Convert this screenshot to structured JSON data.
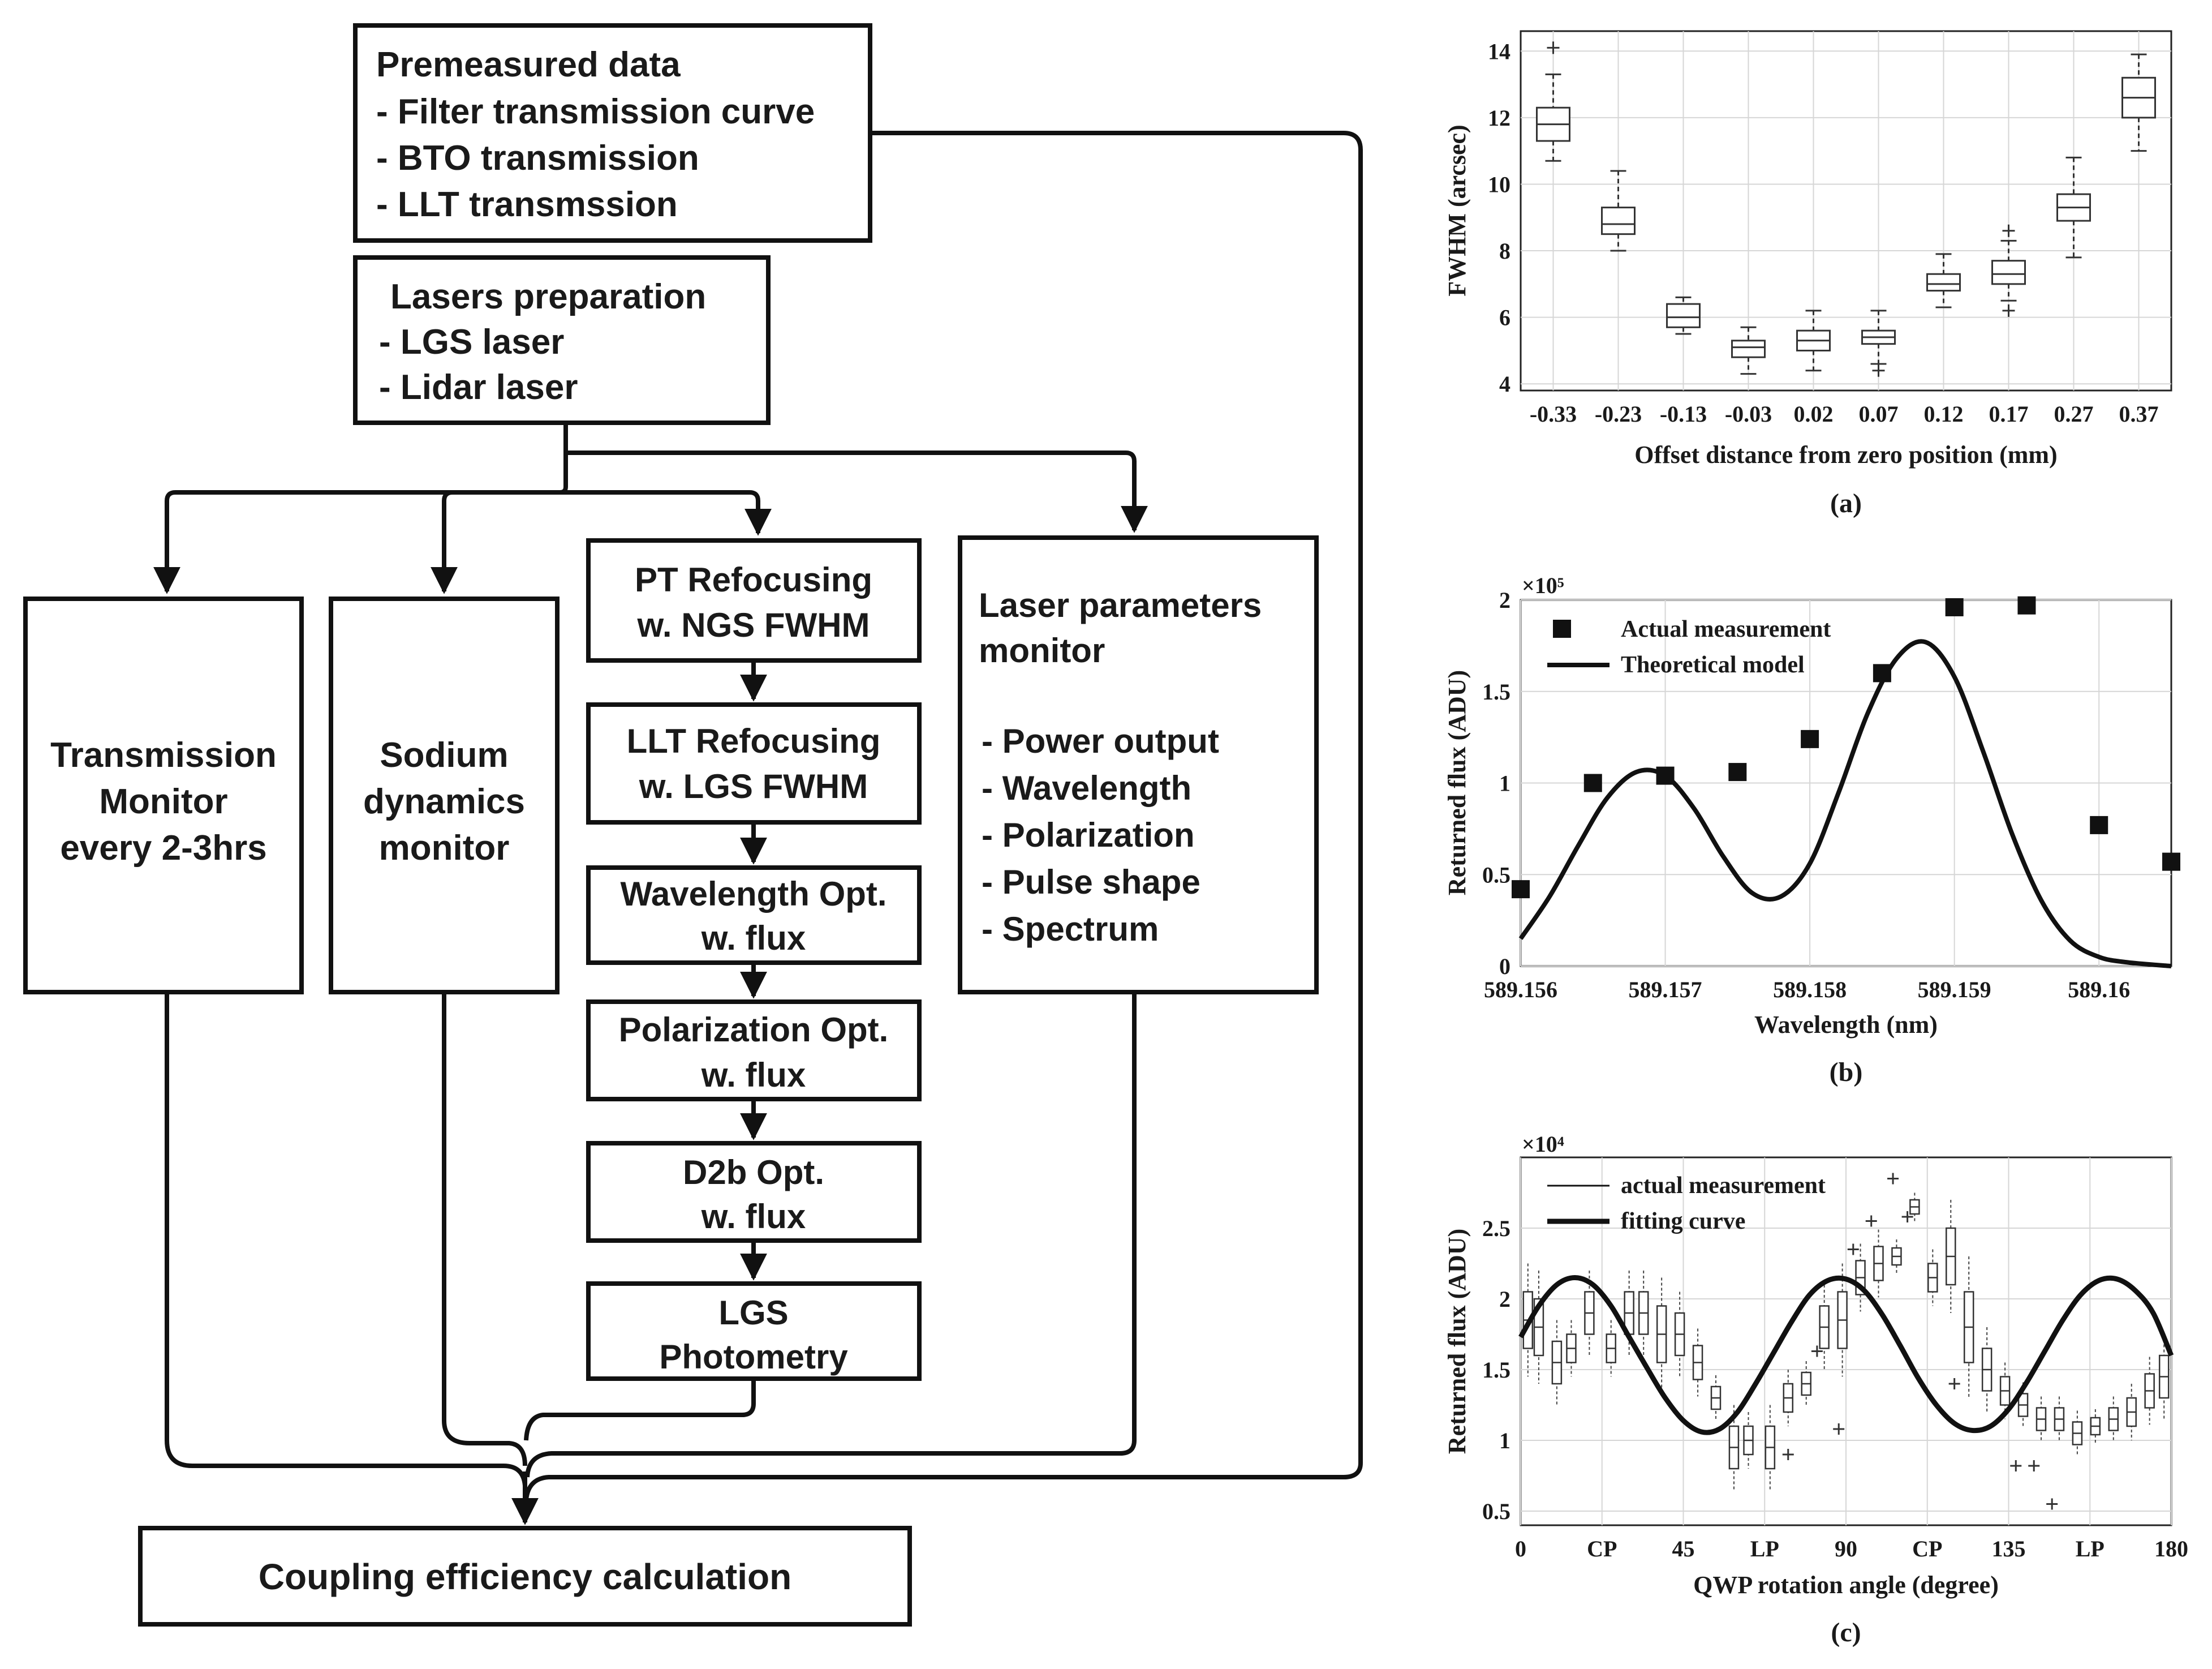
{
  "flowchart": {
    "premeasured": {
      "title": "Premeasured data",
      "items": [
        "- Filter transmission curve",
        "- BTO transmission",
        "- LLT transmssion"
      ]
    },
    "lasers": {
      "title": "Lasers preparation",
      "items": [
        " - LGS laser",
        " - Lidar laser"
      ]
    },
    "transmission": [
      "Transmission",
      "Monitor",
      "every 2-3hrs"
    ],
    "sodium": [
      "Sodium",
      "dynamics",
      "monitor"
    ],
    "steps": [
      [
        "PT Refocusing",
        "w. NGS FWHM"
      ],
      [
        "LLT Refocusing",
        "w. LGS FWHM"
      ],
      [
        "Wavelength Opt.",
        "w. flux"
      ],
      [
        "Polarization Opt.",
        "w. flux"
      ],
      [
        "D2b Opt.",
        "w. flux"
      ],
      [
        "LGS",
        "Photometry"
      ]
    ],
    "laser_params": {
      "title": [
        "Laser parameters",
        "monitor"
      ],
      "items": [
        "- Power output",
        "- Wavelength",
        "- Polarization",
        "- Pulse shape",
        "- Spectrum"
      ]
    },
    "coupling": "Coupling efficiency calculation"
  },
  "chart_data": [
    {
      "type": "box",
      "panel_label": "(a)",
      "xlabel": "Offset distance from zero position (mm)",
      "ylabel": "FWHM (arcsec)",
      "categories": [
        "-0.33",
        "-0.23",
        "-0.13",
        "-0.03",
        "0.02",
        "0.07",
        "0.12",
        "0.17",
        "0.27",
        "0.37"
      ],
      "yticks": [
        "4",
        "6",
        "8",
        "10",
        "12",
        "14"
      ],
      "ylim": [
        3.8,
        14.6
      ],
      "boxes": [
        {
          "low": 10.7,
          "q1": 11.3,
          "median": 11.8,
          "q3": 12.3,
          "high": 13.3,
          "outliers": [
            14.1
          ]
        },
        {
          "low": 8.0,
          "q1": 8.5,
          "median": 8.8,
          "q3": 9.3,
          "high": 10.4,
          "outliers": []
        },
        {
          "low": 5.5,
          "q1": 5.7,
          "median": 6.0,
          "q3": 6.4,
          "high": 6.6,
          "outliers": []
        },
        {
          "low": 4.3,
          "q1": 4.8,
          "median": 5.1,
          "q3": 5.3,
          "high": 5.7,
          "outliers": []
        },
        {
          "low": 4.4,
          "q1": 5.0,
          "median": 5.3,
          "q3": 5.6,
          "high": 6.2,
          "outliers": []
        },
        {
          "low": 4.6,
          "q1": 5.2,
          "median": 5.4,
          "q3": 5.6,
          "high": 6.2,
          "outliers": [
            4.4
          ]
        },
        {
          "low": 6.3,
          "q1": 6.8,
          "median": 7.0,
          "q3": 7.3,
          "high": 7.9,
          "outliers": []
        },
        {
          "low": 6.5,
          "q1": 7.0,
          "median": 7.3,
          "q3": 7.7,
          "high": 8.3,
          "outliers": [
            6.2,
            8.6
          ]
        },
        {
          "low": 7.8,
          "q1": 8.9,
          "median": 9.3,
          "q3": 9.7,
          "high": 10.8,
          "outliers": []
        },
        {
          "low": 11.0,
          "q1": 12.0,
          "median": 12.6,
          "q3": 13.2,
          "high": 13.9,
          "outliers": []
        }
      ]
    },
    {
      "type": "scatter+line",
      "panel_label": "(b)",
      "xlabel": "Wavelength (nm)",
      "ylabel": "Returned flux (ADU)",
      "exponent_label": "×10⁵",
      "xlim": [
        589.156,
        589.1605
      ],
      "ylim": [
        0,
        2
      ],
      "xticks": [
        "589.156",
        "589.157",
        "589.158",
        "589.159",
        "589.16"
      ],
      "yticks": [
        "0",
        "0.5",
        "1",
        "1.5",
        "2"
      ],
      "series": [
        {
          "name": "Actual measurement",
          "x": [
            589.156,
            589.1565,
            589.157,
            589.1575,
            589.158,
            589.1585,
            589.159,
            589.1595,
            589.16,
            589.1605
          ],
          "y": [
            0.42,
            1.0,
            1.04,
            1.06,
            1.24,
            1.6,
            1.96,
            1.97,
            0.77,
            0.57
          ]
        },
        {
          "name": "Theoretical model",
          "x": [
            589.156,
            589.1562,
            589.1564,
            589.1566,
            589.1568,
            589.157,
            589.1572,
            589.1574,
            589.1576,
            589.1578,
            589.158,
            589.1582,
            589.1584,
            589.1586,
            589.1588,
            589.159,
            589.1592,
            589.1594,
            589.1596,
            589.1598,
            589.16,
            589.1602,
            589.1605
          ],
          "y": [
            0.15,
            0.38,
            0.66,
            0.92,
            1.06,
            1.04,
            0.86,
            0.6,
            0.4,
            0.38,
            0.56,
            0.95,
            1.38,
            1.68,
            1.77,
            1.58,
            1.17,
            0.72,
            0.36,
            0.14,
            0.05,
            0.02,
            0.0
          ]
        }
      ]
    },
    {
      "type": "box+line",
      "panel_label": "(c)",
      "xlabel": "QWP rotation angle (degree)",
      "ylabel": "Returned flux (ADU)",
      "exponent_label": "×10⁴",
      "xlim": [
        0,
        180
      ],
      "ylim": [
        0.4,
        3.0
      ],
      "xticks": [
        "0",
        "CP",
        "45",
        "LP",
        "90",
        "CP",
        "135",
        "LP",
        "180"
      ],
      "yticks": [
        "0.5",
        "1",
        "1.5",
        "2",
        "2.5"
      ],
      "series": [
        {
          "name": "actual measurement",
          "note": "box plots"
        },
        {
          "name": "fitting curve",
          "x": [
            0,
            5,
            10,
            15,
            20,
            25,
            30,
            35,
            40,
            45,
            50,
            55,
            60,
            65,
            70,
            75,
            80,
            85,
            90,
            95,
            100,
            105,
            110,
            115,
            120,
            125,
            130,
            135,
            140,
            145,
            150,
            155,
            160,
            165,
            170,
            175,
            180
          ],
          "y": [
            1.73,
            1.95,
            2.1,
            2.15,
            2.1,
            1.95,
            1.73,
            1.51,
            1.3,
            1.14,
            1.06,
            1.08,
            1.2,
            1.4,
            1.62,
            1.84,
            2.03,
            2.13,
            2.14,
            2.06,
            1.89,
            1.67,
            1.44,
            1.25,
            1.12,
            1.07,
            1.1,
            1.22,
            1.41,
            1.63,
            1.85,
            2.03,
            2.13,
            2.14,
            2.06,
            1.9,
            1.6
          ]
        }
      ],
      "boxes_x": [
        2,
        5,
        10,
        14,
        19,
        25,
        30,
        34,
        39,
        44,
        49,
        54,
        59,
        63,
        69,
        74,
        79,
        84,
        89,
        94,
        99,
        104,
        109,
        114,
        119,
        124,
        129,
        134,
        139,
        144,
        149,
        154,
        159,
        164,
        169,
        174,
        178
      ],
      "boxes_median": [
        1.85,
        1.8,
        1.55,
        1.65,
        1.9,
        1.65,
        1.9,
        1.9,
        1.75,
        1.75,
        1.55,
        1.3,
        0.95,
        1.0,
        0.95,
        1.3,
        1.4,
        1.8,
        1.85,
        2.15,
        2.25,
        2.3,
        2.65,
        2.15,
        2.3,
        1.8,
        1.5,
        1.35,
        1.25,
        1.15,
        1.15,
        1.05,
        1.1,
        1.15,
        1.2,
        1.35,
        1.45
      ],
      "boxes_half": [
        0.2,
        0.2,
        0.15,
        0.1,
        0.15,
        0.1,
        0.15,
        0.15,
        0.2,
        0.15,
        0.12,
        0.08,
        0.15,
        0.1,
        0.15,
        0.1,
        0.08,
        0.15,
        0.2,
        0.12,
        0.12,
        0.06,
        0.05,
        0.1,
        0.2,
        0.25,
        0.15,
        0.1,
        0.08,
        0.08,
        0.08,
        0.08,
        0.06,
        0.08,
        0.1,
        0.12,
        0.15
      ],
      "outliers": [
        [
          74,
          0.9
        ],
        [
          82,
          1.63
        ],
        [
          88,
          1.08
        ],
        [
          92,
          2.35
        ],
        [
          97,
          2.55
        ],
        [
          103,
          2.85
        ],
        [
          107,
          2.58
        ],
        [
          120,
          1.4
        ],
        [
          137,
          0.82
        ],
        [
          142,
          0.82
        ],
        [
          147,
          0.55
        ]
      ]
    }
  ]
}
